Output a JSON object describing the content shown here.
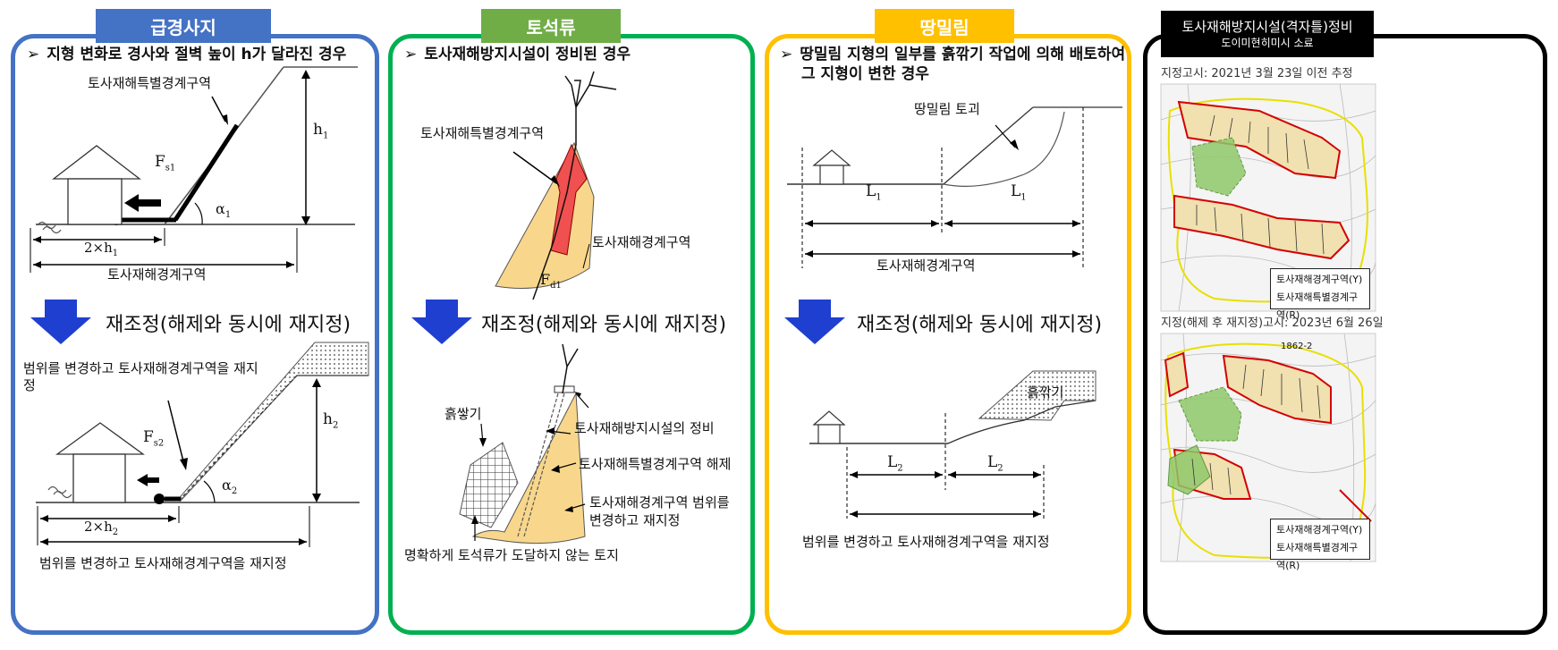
{
  "panel1": {
    "tag": "급경사지",
    "bullet": "지형 변화로 경사와 절벽 높이 h가 달라진 경우",
    "special_zone": "토사재해특별경계구역",
    "fs1": "F",
    "fs1_sub": "s1",
    "h1": "h",
    "h1_sub": "1",
    "alpha1": "α",
    "alpha1_sub": "1",
    "two_h1": "2×h",
    "two_h1_sub": "1",
    "zone": "토사재해경계구역",
    "readjust": "재조정(해제와 동시에 재지정)",
    "change_note": "범위를 변경하고 토사재해경계구역을 재지정",
    "fs2": "F",
    "fs2_sub": "s2",
    "h2": "h",
    "h2_sub": "2",
    "alpha2": "α",
    "alpha2_sub": "2",
    "two_h2": "2×h",
    "two_h2_sub": "2",
    "bottom_note": "범위를 변경하고 토사재해경계구역을 재지정"
  },
  "panel2": {
    "tag": "토석류",
    "bullet": "토사재해방지시설이 정비된 경우",
    "special_zone": "토사재해특별경계구역",
    "zone": "토사재해경계구역",
    "fd1": "F",
    "fd1_sub": "d1",
    "readjust": "재조정(해제와 동시에 재지정)",
    "fill": "흙쌓기",
    "facility": "토사재해방지시설의 정비",
    "release": "토사재해특별경계구역 해제",
    "change_l1": "토사재해경계구역 범위를",
    "change_l2": "변경하고 재지정",
    "bottom_note": "명확하게 토석류가 도달하지 않는 토지"
  },
  "panel3": {
    "tag": "땅밀림",
    "bullet_l1": "땅밀림 지형의 일부를 흙깎기 작업에 의해 배토하여",
    "bullet_l2": "그 지형이 변한 경우",
    "slide_mass": "땅밀림 토괴",
    "l1": "L",
    "l1_sub": "1",
    "zone": "토사재해경계구역",
    "readjust": "재조정(해제와 동시에 재지정)",
    "cut": "흙깎기",
    "l2": "L",
    "l2_sub": "2",
    "bottom_note": "범위를 변경하고 토사재해경계구역을 재지정"
  },
  "panel4": {
    "title": "토사재해방지시설(격자틀)정비",
    "subtitle": "도이미현히미시 소료",
    "date1": "지정고시: 2021년 3월 23일 이전 추정",
    "date2": "지정(해제 후 재지정)고시: 2023년 6월 26일",
    "legend_y": "토사재해경계구역(Y)",
    "legend_r": "토사재해특별경계구역(R)",
    "map_label": "1862-2"
  },
  "colors": {
    "blue": "#4472c4",
    "green": "#70ad47",
    "green_border": "#00b050",
    "yellow": "#ffc000",
    "black": "#000000",
    "arrow": "#1f3fd0",
    "zone_fill": "#f8d78c",
    "special_fill": "#f05050"
  }
}
